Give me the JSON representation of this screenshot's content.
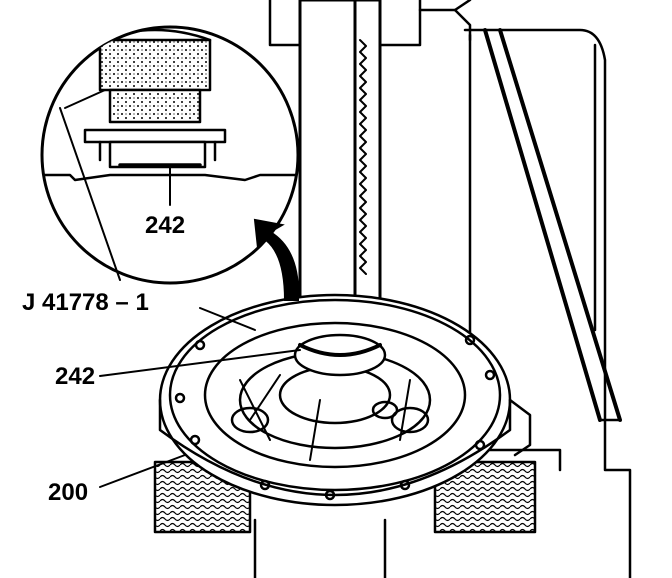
{
  "figure": {
    "callouts": {
      "detail_242": "242",
      "tool": "J 41778 – 1",
      "part_242": "242",
      "part_200": "200"
    },
    "icons": [
      "magnified-detail-view",
      "view-indicator-arrow",
      "press-ram",
      "pump-housing",
      "bench-blocks"
    ]
  }
}
